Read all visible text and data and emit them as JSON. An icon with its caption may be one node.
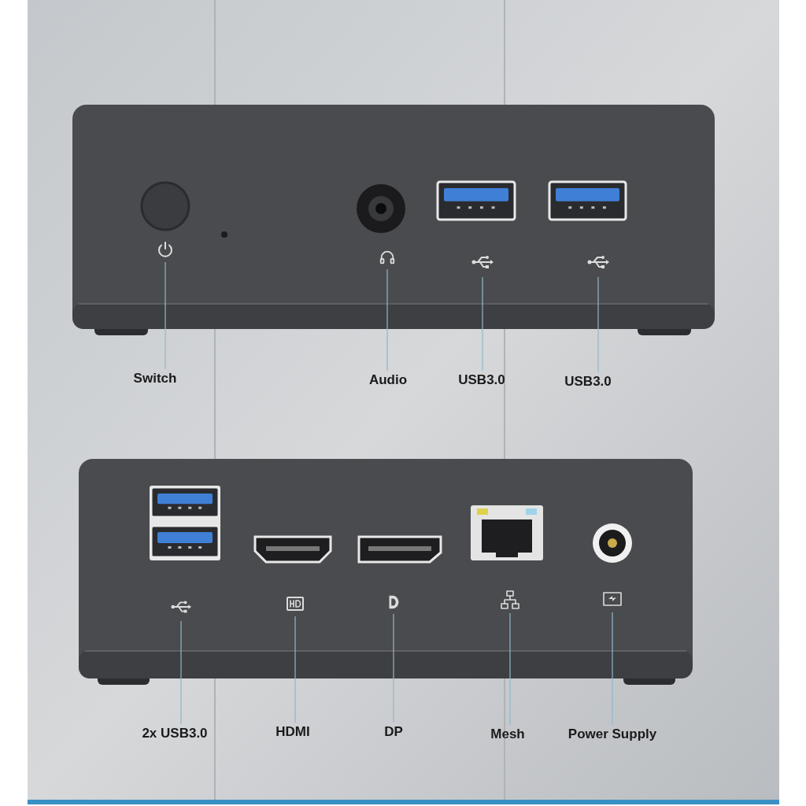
{
  "diagram": {
    "nodes": [
      {
        "text": [
          "Switch"
        ]
      },
      {
        "text": [
          "Audio"
        ]
      },
      {
        "text": [
          "USB3.0"
        ]
      },
      {
        "text": [
          "USB3.0"
        ]
      },
      {
        "text": [
          "2x USB3.0"
        ]
      },
      {
        "text": [
          "HDMI"
        ]
      },
      {
        "text": [
          "DP"
        ]
      },
      {
        "text": [
          "Mesh"
        ]
      },
      {
        "text": [
          "Power Supply"
        ]
      },
      {
        "text": [],
        "shape": "picture"
      },
      {
        "text": [],
        "shape": "picture"
      },
      {
        "text": [],
        "shape": "picture"
      },
      {
        "text": [],
        "shape": "picture"
      },
      {
        "text": [],
        "shape": "picture"
      },
      {
        "text": [],
        "shape": "picture"
      },
      {
        "text": [],
        "shape": "picture"
      },
      {
        "text": [],
        "shape": "picture"
      },
      {
        "text": [],
        "shape": "picture"
      }
    ],
    "edges": [
      {
        "from": 0,
        "to": 9,
        "arrow": "none"
      },
      {
        "from": 1,
        "to": 10,
        "arrow": "none"
      },
      {
        "from": 2,
        "to": 11,
        "arrow": "none"
      },
      {
        "from": 3,
        "to": 12,
        "arrow": "none"
      },
      {
        "from": 4,
        "to": 13,
        "arrow": "none"
      },
      {
        "from": 5,
        "to": 14,
        "arrow": "none"
      },
      {
        "from": 6,
        "to": 15,
        "arrow": "none"
      },
      {
        "from": 7,
        "to": 16,
        "arrow": "none"
      },
      {
        "from": 8,
        "to": 17,
        "arrow": "none"
      }
    ]
  }
}
